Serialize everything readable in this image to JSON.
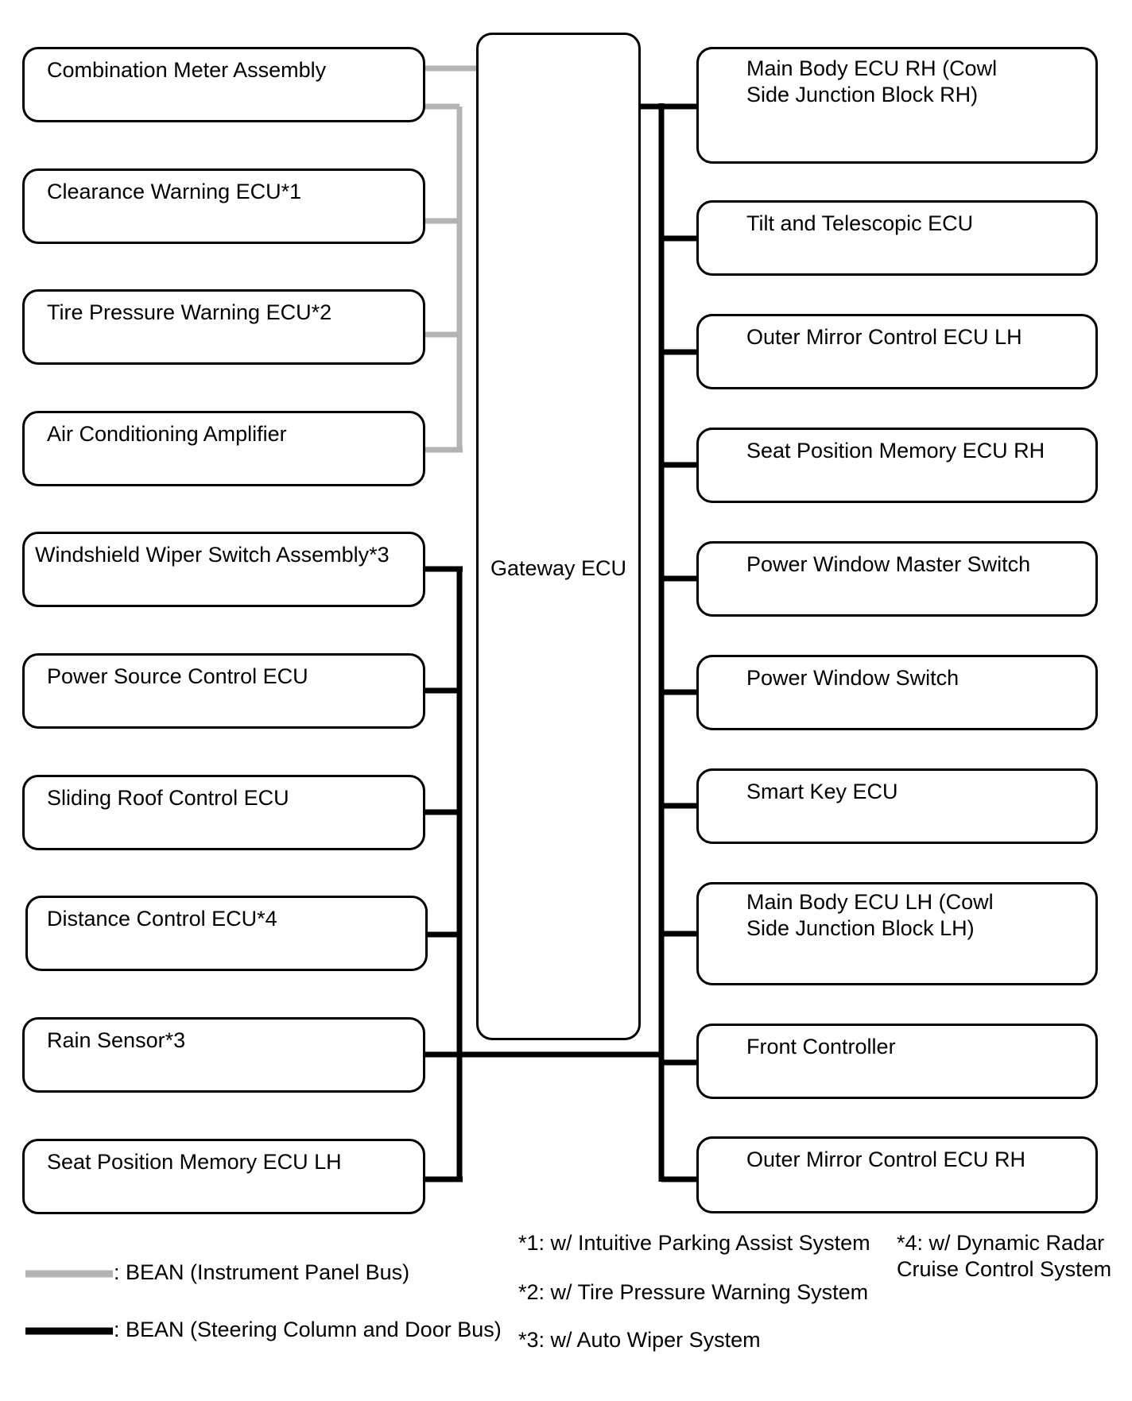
{
  "gateway": {
    "label": "Gateway ECU"
  },
  "left_boxes": [
    {
      "label": "Combination Meter Assembly",
      "bus": "instrument_panel"
    },
    {
      "label": "Clearance Warning ECU*1",
      "bus": "instrument_panel"
    },
    {
      "label": "Tire Pressure Warning ECU*2",
      "bus": "instrument_panel"
    },
    {
      "label": "Air Conditioning Amplifier",
      "bus": "instrument_panel"
    },
    {
      "label": "Windshield Wiper Switch Assembly*3",
      "bus": "steering_door"
    },
    {
      "label": "Power Source Control ECU",
      "bus": "steering_door"
    },
    {
      "label": "Sliding Roof Control ECU",
      "bus": "steering_door"
    },
    {
      "label": "Distance Control ECU*4",
      "bus": "steering_door"
    },
    {
      "label": "Rain Sensor*3",
      "bus": "steering_door"
    },
    {
      "label": "Seat Position Memory ECU LH",
      "bus": "steering_door"
    }
  ],
  "right_boxes": [
    {
      "label": "Main Body ECU RH (Cowl\nSide Junction Block RH)"
    },
    {
      "label": "Tilt and Telescopic ECU"
    },
    {
      "label": "Outer Mirror Control ECU LH"
    },
    {
      "label": "Seat Position Memory ECU RH"
    },
    {
      "label": "Power Window Master Switch"
    },
    {
      "label": "Power Window Switch"
    },
    {
      "label": "Smart Key ECU"
    },
    {
      "label": "Main Body ECU LH (Cowl\nSide Junction Block LH)"
    },
    {
      "label": "Front Controller"
    },
    {
      "label": "Outer Mirror Control ECU RH"
    }
  ],
  "legend": {
    "instrument_panel": {
      "label": ": BEAN (Instrument Panel Bus)",
      "color": "#b3b3b3"
    },
    "steering_door": {
      "label": ": BEAN (Steering Column and Door Bus)",
      "color": "#000000"
    }
  },
  "notes": {
    "n1": "*1: w/ Intuitive Parking Assist System",
    "n2": "*2: w/ Tire Pressure Warning System",
    "n3": "*3: w/ Auto Wiper System",
    "n4": "*4: w/ Dynamic Radar\nCruise Control System"
  }
}
